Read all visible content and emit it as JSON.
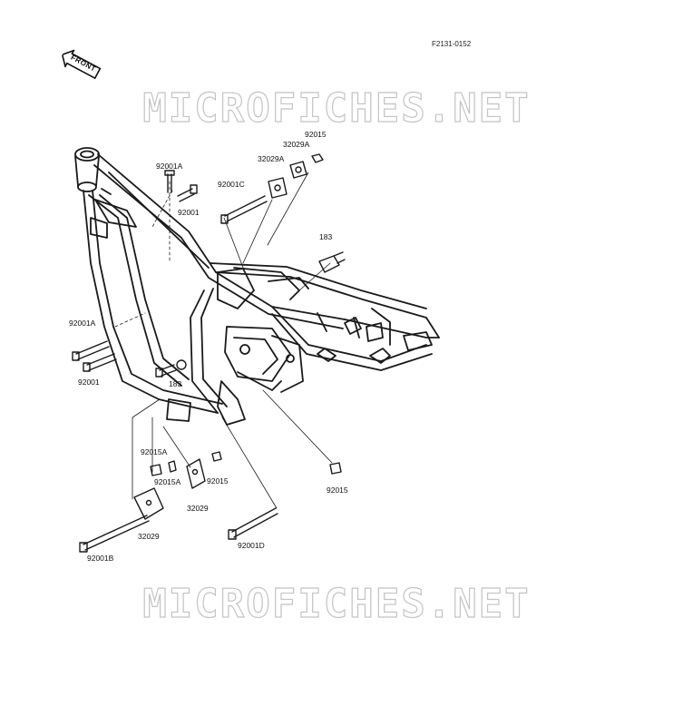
{
  "figure_code": "F2131-0152",
  "front_label": "FRONT",
  "watermark": "MICROFICHES.NET",
  "part_labels": {
    "p92015_top": "92015",
    "p32029a_top": "32029A",
    "p32029a_mid": "32029A",
    "p92001a_top": "92001A",
    "p92001c": "92001C",
    "p92001_top": "92001",
    "p183_right": "183",
    "p92001a_left": "92001A",
    "p92001_left": "92001",
    "p183_mid": "183",
    "p92015a": "92015A",
    "p92015a_b": "92015A",
    "p92015_mid": "92015",
    "p32029_mid": "32029",
    "p32029_low": "32029",
    "p92015_right": "92015",
    "p92001b": "92001B",
    "p92001d": "92001D"
  }
}
